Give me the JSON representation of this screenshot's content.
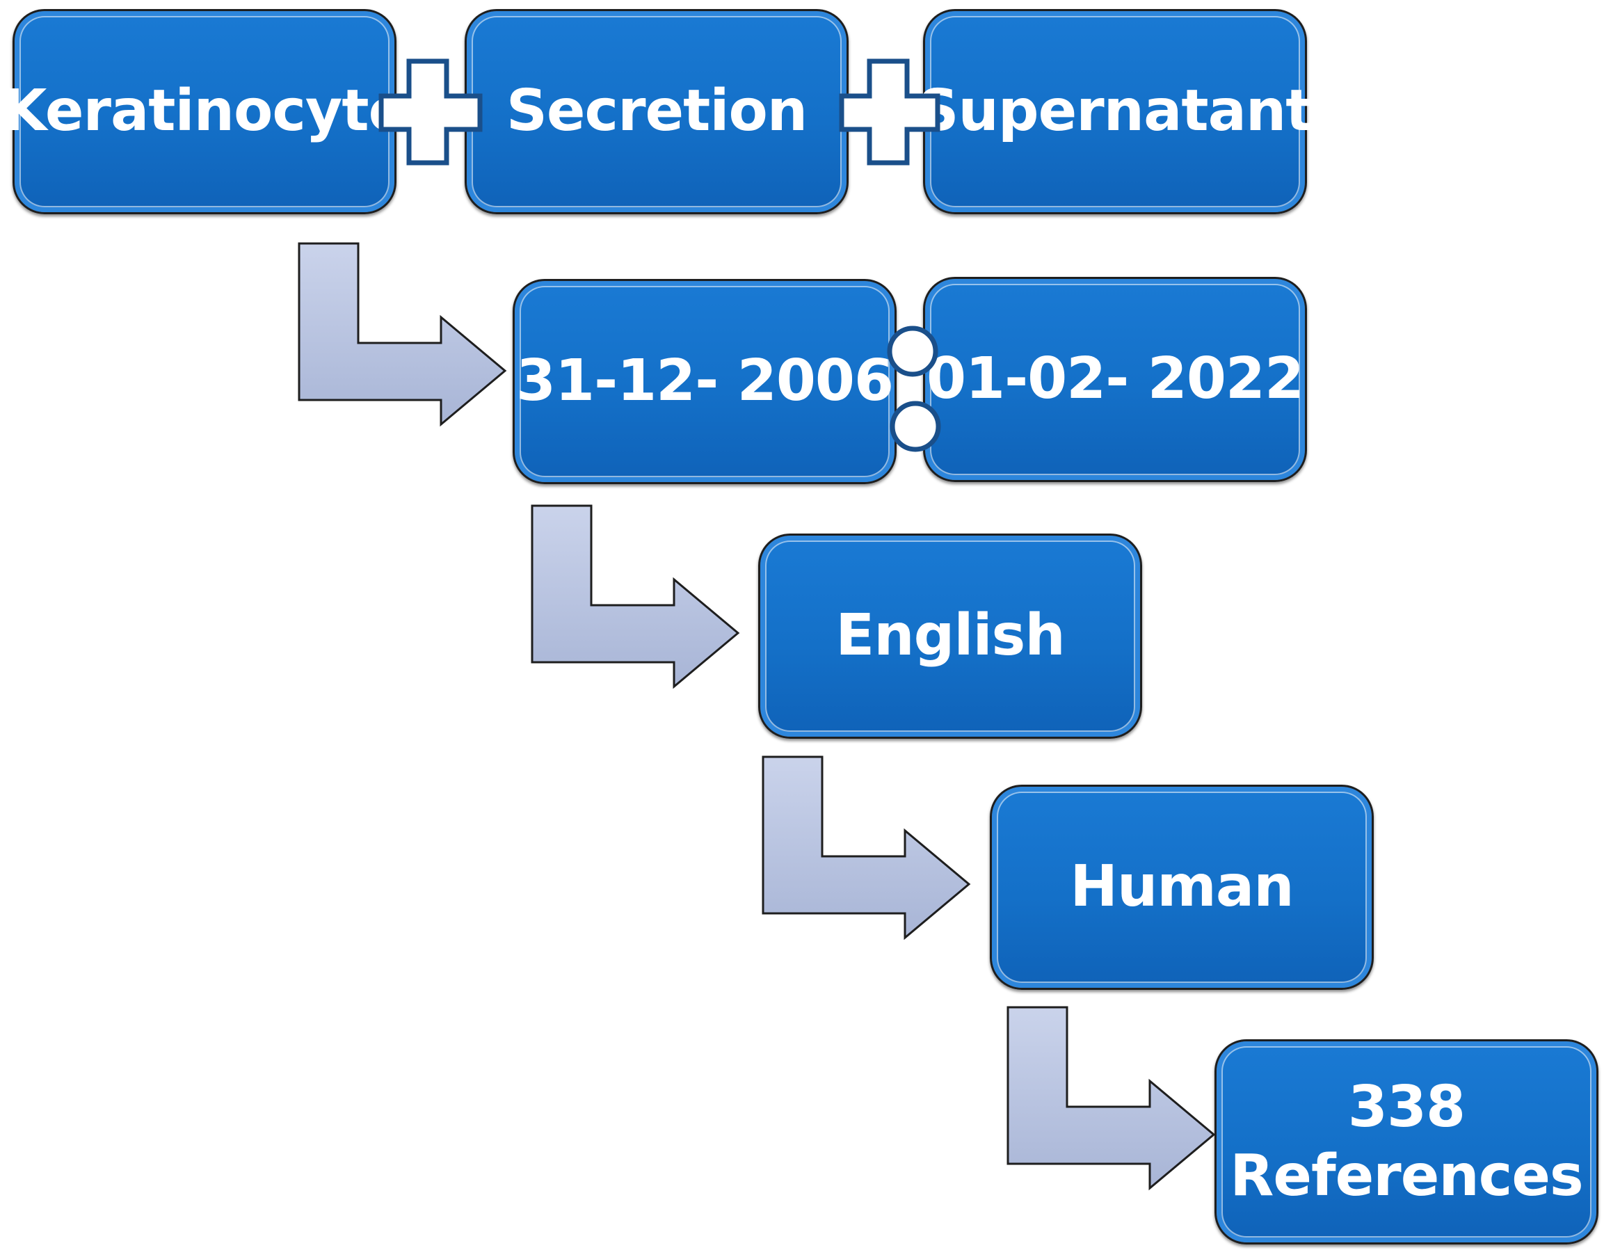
{
  "terms": [
    "Keratinocyte",
    "Secretion",
    "Supernatant"
  ],
  "date_range": {
    "start": "31-12- 2006",
    "end": "01-02- 2022"
  },
  "language": "English",
  "species": "Human",
  "result": {
    "count": "338",
    "label": "References"
  },
  "colors": {
    "box": "#1473c9",
    "arrow": "#b7c3e0",
    "outline": "#1e1e1e",
    "plus_border": "#1a4f8a"
  },
  "icons": [
    "plus-icon",
    "colon-icon",
    "bent-arrow-icon"
  ]
}
